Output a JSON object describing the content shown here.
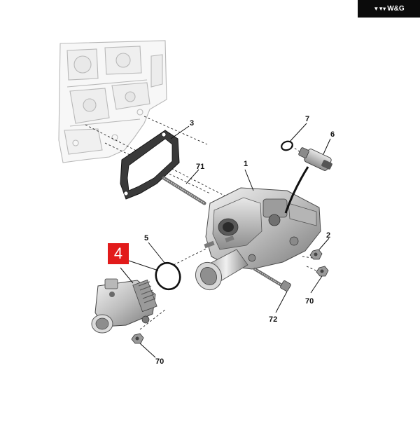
{
  "brand": {
    "text": "W&G",
    "logo_icon": "wings-logo-icon"
  },
  "highlight": {
    "label": "4",
    "color": "#e21b1b"
  },
  "callouts": [
    {
      "id": "p1",
      "label": "1"
    },
    {
      "id": "p2",
      "label": "2"
    },
    {
      "id": "p3",
      "label": "3"
    },
    {
      "id": "p5",
      "label": "5"
    },
    {
      "id": "p6",
      "label": "6"
    },
    {
      "id": "p7",
      "label": "7"
    },
    {
      "id": "p70a",
      "label": "70"
    },
    {
      "id": "p70b",
      "label": "70"
    },
    {
      "id": "p71",
      "label": "71"
    },
    {
      "id": "p72",
      "label": "72"
    }
  ]
}
